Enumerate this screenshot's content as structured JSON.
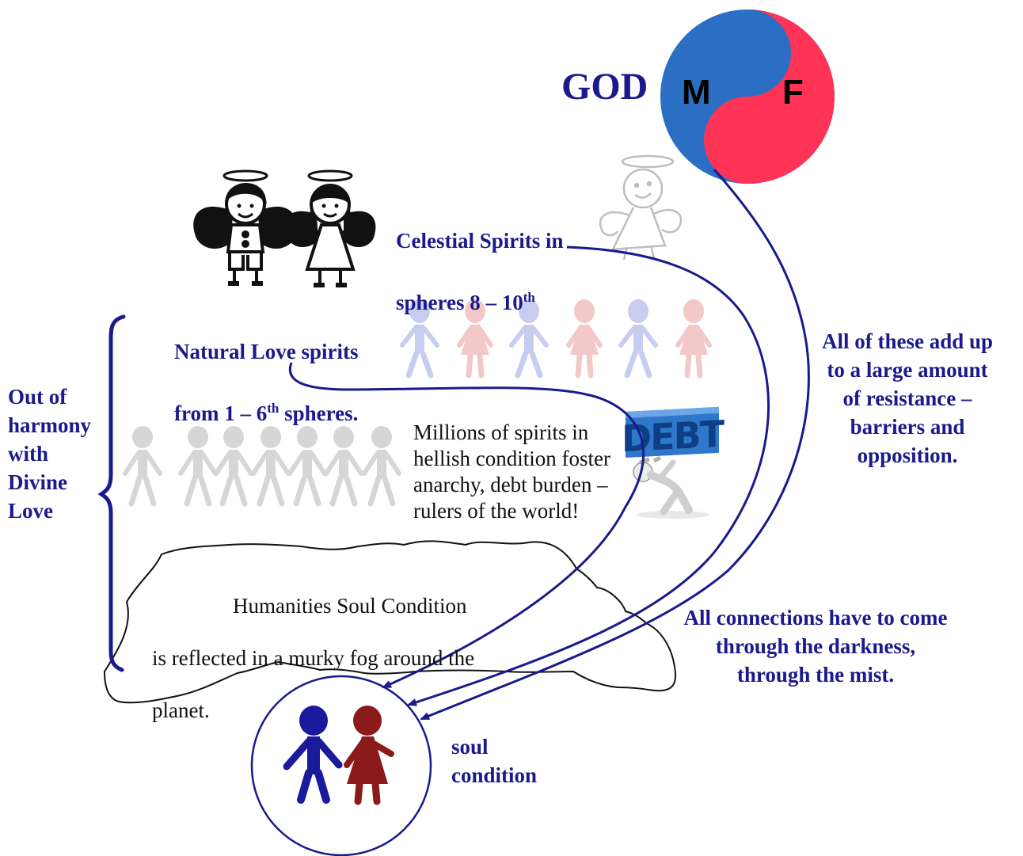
{
  "colors": {
    "navy": "#1a1a8c",
    "blue": "#2a6fc4",
    "pink": "#ff3355",
    "soul_blue": "#1a1a9c",
    "soul_red": "#8b1a1a",
    "light_blue": "#c8cdf0",
    "light_pink": "#f2c8c8",
    "grey": "#d6d6d6"
  },
  "god": {
    "title": "GOD",
    "male": "M",
    "female": "F"
  },
  "celestial": {
    "line1": "Celestial Spirits in",
    "line2": "spheres 8 – 10",
    "sup": "th"
  },
  "natural_love": {
    "line1": "Natural Love spirits",
    "line2a": "from 1 – 6",
    "sup": "th",
    "line2b": " spheres."
  },
  "out_of_harmony": {
    "text": "Out of\nharmony\nwith\nDivine\nLove"
  },
  "resistance": {
    "text": "All of these add up\nto a large amount\nof resistance –\nbarriers and\nopposition."
  },
  "hellish": {
    "text": "Millions of spirits in\nhellish condition foster\nanarchy, debt burden –\nrulers of the world!"
  },
  "debt_sign": "DEBT",
  "humanity": {
    "line1": "Humanities Soul Condition",
    "line2": "is reflected in a murky fog around the",
    "line3": "planet."
  },
  "connections": {
    "text": "All connections have to come\nthrough the darkness,\nthrough the mist."
  },
  "soul": {
    "text": "soul\ncondition"
  },
  "icons": [
    "yin-yang-icon",
    "angel-boy-icon",
    "angel-girl-icon",
    "stick-angel-icon",
    "stick-figure-icon",
    "debt-man-icon",
    "soul-couple-icon",
    "fog-cloud-icon",
    "brace-icon",
    "arrow-icon"
  ]
}
